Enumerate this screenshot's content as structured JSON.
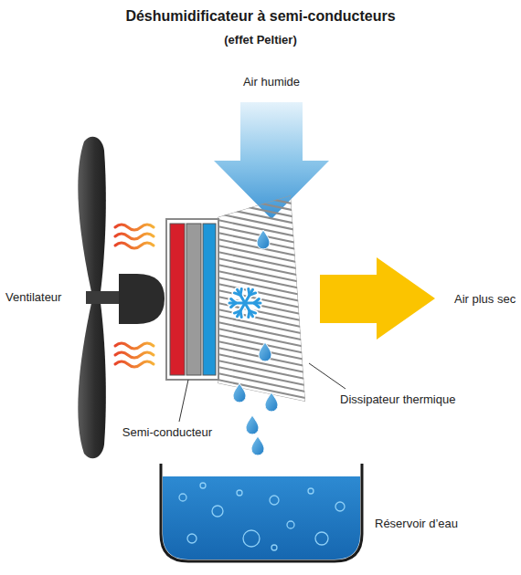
{
  "diagram": {
    "title": "Déshumidificateur à semi-conducteurs",
    "labels": [
      "(effet Peltier)",
      "Air humide",
      "Ventilateur",
      "Air plus sec",
      "Semi-conducteur",
      "Dissipateur thermique",
      "Réservoir d’eau"
    ]
  }
}
